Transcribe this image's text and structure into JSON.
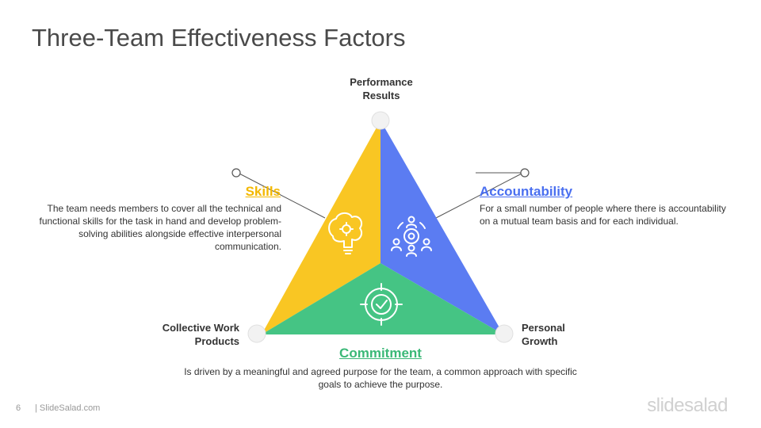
{
  "title": "Three-Team Effectiveness Factors",
  "vertices": {
    "top": "Performance Results",
    "left": "Collective Work Products",
    "right": "Personal Growth"
  },
  "factors": {
    "skills": {
      "heading": "Skills",
      "description": "The team needs members to cover all the technical and functional skills for the task in hand and develop problem-solving abilities alongside effective interpersonal communication.",
      "color": "#f9c623",
      "icon": "brain-gear-icon"
    },
    "accountability": {
      "heading": "Accountability",
      "description": "For a small number of people where there is accountability on a mutual team basis and for each individual.",
      "color": "#5b7cf2",
      "icon": "team-target-icon"
    },
    "commitment": {
      "heading": "Commitment",
      "description": "Is driven by a meaningful and agreed purpose for the team, a common approach with specific goals to achieve the purpose.",
      "color": "#45c484",
      "icon": "target-check-icon"
    }
  },
  "footer": {
    "page_number": "6",
    "source": "| SlideSalad.com"
  },
  "brand": "slidesalad"
}
